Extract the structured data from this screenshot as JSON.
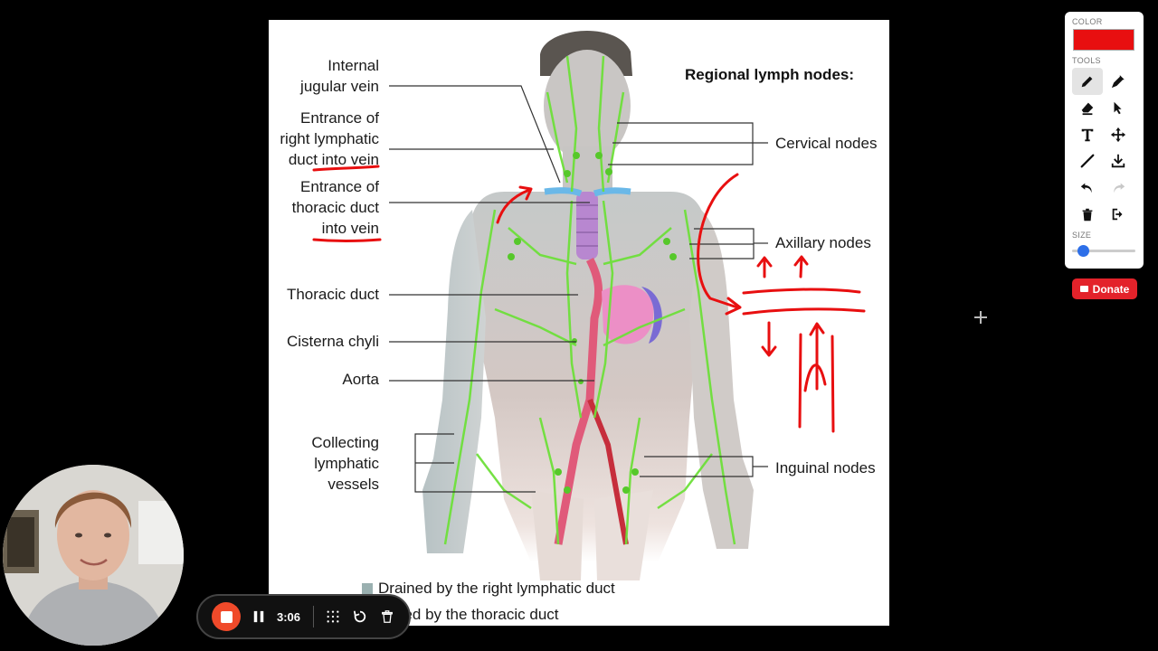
{
  "figure": {
    "heading": "Regional lymph nodes:",
    "left_labels": {
      "internal_jugular": [
        "Internal",
        "jugular vein"
      ],
      "right_lymphatic": [
        "Entrance of",
        "right lymphatic",
        "duct into vein"
      ],
      "thoracic_entrance": [
        "Entrance of",
        "thoracic duct",
        "into vein"
      ],
      "thoracic_duct": "Thoracic duct",
      "cisterna_chyli": "Cisterna chyli",
      "aorta": "Aorta",
      "collecting": [
        "Collecting",
        "lymphatic",
        "vessels"
      ]
    },
    "right_labels": {
      "cervical": "Cervical nodes",
      "axillary": "Axillary nodes",
      "inguinal": "Inguinal nodes"
    },
    "legend": [
      {
        "text": "Drained by the right lymphatic duct",
        "color": "#9ab0b0"
      },
      {
        "text": "ned by the thoracic duct",
        "color": "#c0b0a8"
      }
    ]
  },
  "palette": {
    "color_label": "COLOR",
    "selected_color": "#e80f10",
    "tools_label": "TOOLS",
    "tools": [
      {
        "icon": "pen-icon",
        "active": true
      },
      {
        "icon": "highlighter-icon",
        "active": false
      },
      {
        "icon": "eraser-icon",
        "active": false
      },
      {
        "icon": "pointer-icon",
        "active": false
      },
      {
        "icon": "text-icon",
        "active": false
      },
      {
        "icon": "move-icon",
        "active": false
      },
      {
        "icon": "line-icon",
        "active": false
      },
      {
        "icon": "download-icon",
        "active": false
      },
      {
        "icon": "undo-icon",
        "active": false
      },
      {
        "icon": "redo-icon",
        "active": false
      },
      {
        "icon": "trash-icon",
        "active": false
      },
      {
        "icon": "exit-icon",
        "active": false
      }
    ],
    "size_label": "SIZE",
    "size_value": 0.1
  },
  "donate_label": "Donate",
  "recorder": {
    "time": "3:06"
  },
  "colors": {
    "annotation_red": "#e80f10",
    "lymph_green": "#6ee03a",
    "stop_orange": "#f04a2a",
    "donate_red": "#e3222a",
    "slider_blue": "#2d6fe8"
  }
}
